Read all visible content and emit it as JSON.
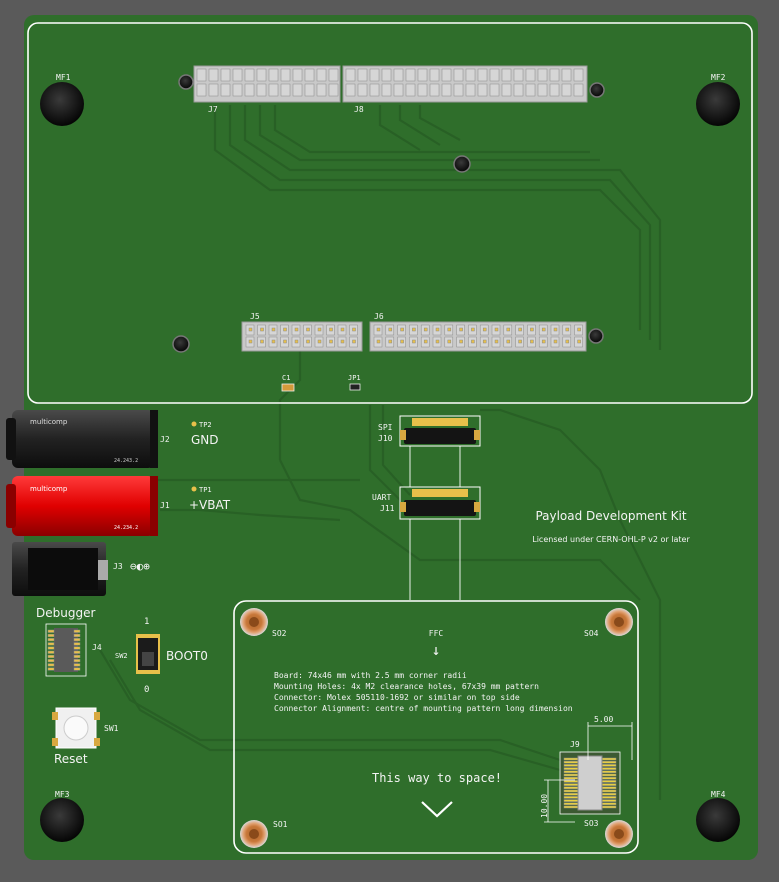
{
  "board": {
    "title": "Payload Development Kit",
    "license": "Licensed under CERN-OHL-P v2 or later",
    "colors": {
      "pcb": "#2e6d2a",
      "pcb_dark": "#245a22",
      "outline": "#ffffff",
      "silk": "#f4f4f4",
      "pad_gold": "#e8c04a",
      "jack_red": "#e00000",
      "jack_black": "#1c1c1c"
    }
  },
  "mounting_holes": {
    "mf1": "MF1",
    "mf2": "MF2",
    "mf3": "MF3",
    "mf4": "MF4"
  },
  "headers": {
    "j7": "J7",
    "j8": "J8",
    "j5": "J5",
    "j6": "J6"
  },
  "small_parts": {
    "c1": "C1",
    "jp1": "JP1"
  },
  "power": {
    "tp2": "TP2",
    "gnd_label": "GND",
    "j2": "J2",
    "tp1": "TP1",
    "vbat_label": "+VBAT",
    "j1": "J1",
    "jack_brand": "multicomp",
    "j2_part": "24.243.2",
    "j1_part": "24.234.2",
    "j3": "J3",
    "j3_symbol": "⊖◐⊕"
  },
  "connectors": {
    "spi_label": "SPI",
    "j10": "J10",
    "uart_label": "UART",
    "j11": "J11",
    "j9": "J9"
  },
  "controls": {
    "debugger_label": "Debugger",
    "j4": "J4",
    "sw2": "SW2",
    "boot0_label": "BOOT0",
    "switch_one": "1",
    "switch_zero": "0",
    "sw1": "SW1",
    "reset_label": "Reset"
  },
  "payload_area": {
    "ffc_label": "FFC",
    "ffc_arrow": "↓",
    "notes": [
      "Board: 74x46 mm with 2.5 mm corner radii",
      "Mounting Holes: 4x M2 clearance holes, 67x39 mm pattern",
      "Connector: Molex 505110-1692 or similar on top side",
      "Connector Alignment: centre of mounting pattern long dimension"
    ],
    "space_label": "This way to space!",
    "so1": "SO1",
    "so2": "SO2",
    "so3": "SO3",
    "so4": "SO4",
    "dim_width": "5.00",
    "dim_height": "10.00"
  }
}
